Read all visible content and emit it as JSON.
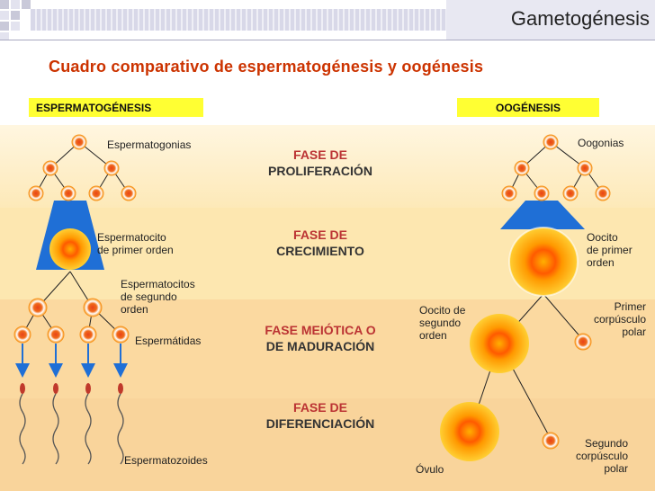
{
  "slide_title": "Gametogénesis",
  "subtitle": "Cuadro comparativo de espermatogénesis y oogénesis",
  "columns": {
    "left_label": "ESPERMATOGÉNESIS",
    "right_label": "OOGÉNESIS"
  },
  "phases": [
    {
      "line1": "FASE DE",
      "line2": "PROLIFERACIÓN"
    },
    {
      "line1": "FASE DE",
      "line2": "CRECIMIENTO"
    },
    {
      "line1": "FASE MEIÓTICA O",
      "line2": "DE MADURACIÓN"
    },
    {
      "line1": "FASE DE",
      "line2": "DIFERENCIACIÓN"
    }
  ],
  "sperm_labels": {
    "spermatogonia": "Espermatogonias",
    "primary_line1": "Espermatocito",
    "primary_line2": "de primer orden",
    "secondary_line1": "Espermatocitos",
    "secondary_line2": "de segundo",
    "secondary_line3": "orden",
    "spermatids": "Espermátidas",
    "spermatozoa": "Espermatozoides"
  },
  "oo_labels": {
    "oogonia": "Oogonias",
    "primary_line1": "Oocito",
    "primary_line2": "de primer",
    "primary_line3": "orden",
    "secondary_line1": "Oocito de",
    "secondary_line2": "segundo",
    "secondary_line3": "orden",
    "polar1_line1": "Primer",
    "polar1_line2": "corpúsculo",
    "polar1_line3": "polar",
    "ovule": "Óvulo",
    "polar2_line1": "Segundo",
    "polar2_line2": "corpúsculo",
    "polar2_line3": "polar"
  },
  "colors": {
    "title_red": "#cc3300",
    "label_yellow": "#ffff33",
    "cell_outer": "#f7941d",
    "cell_inner": "#e84c1a",
    "arrow_blue": "#1f6fd6"
  }
}
